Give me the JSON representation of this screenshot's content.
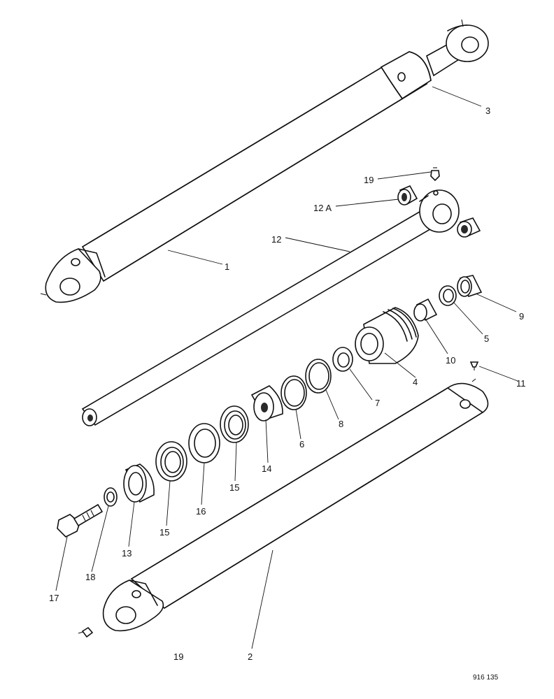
{
  "callouts": {
    "c1": "1",
    "c2": "2",
    "c3": "3",
    "c4": "4",
    "c5": "5",
    "c6": "6",
    "c7": "7",
    "c8": "8",
    "c9": "9",
    "c10": "10",
    "c11": "11",
    "c12": "12",
    "c12a": "12 A",
    "c13": "13",
    "c14": "14",
    "c15a": "15",
    "c15b": "15",
    "c16": "16",
    "c17": "17",
    "c18": "18",
    "c19a": "19",
    "c19b": "19"
  },
  "drawing_ref": "916 135"
}
